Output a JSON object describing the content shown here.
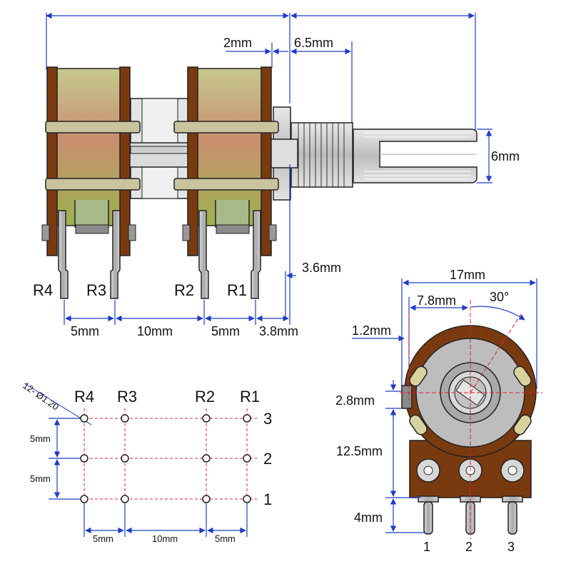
{
  "colors": {
    "dimension_line": "#1e3cc8",
    "red_center_line": "#e0203a",
    "wafer_brown": "#7a3a10",
    "body_gradient_top": "#c8c88a",
    "body_gradient_mid": "#c98c6c",
    "body_gradient_bottom": "#9cb050",
    "metal_gray": "#cfcfcf",
    "outline": "#222222"
  },
  "side_view": {
    "dims": {
      "gap_2mm": "2mm",
      "thread_6_5mm": "6.5mm",
      "shaft_dia_6mm": "6mm",
      "pin_offset_3_6mm": "3.6mm",
      "pitch_5mm_a": "5mm",
      "pitch_10mm": "10mm",
      "pitch_5mm_b": "5mm",
      "edge_3_8mm": "3.8mm"
    },
    "pin_labels": [
      "R4",
      "R3",
      "R2",
      "R1"
    ]
  },
  "footprint": {
    "hole_note": "12- Ø1.20",
    "column_labels": [
      "R4",
      "R3",
      "R2",
      "R1"
    ],
    "row_labels": [
      "3",
      "2",
      "1"
    ],
    "v_dims": [
      "5mm",
      "5mm"
    ],
    "h_dims": [
      "5mm",
      "10mm",
      "5mm"
    ]
  },
  "front_view": {
    "dims": {
      "width_17mm": "17mm",
      "offset_7_8mm": "7.8mm",
      "angle_30": "30°",
      "tab_1_2mm": "1.2mm",
      "tab_2_8mm": "2.8mm",
      "height_12_5mm": "12.5mm",
      "pin_4mm": "4mm"
    },
    "pin_numbers": [
      "1",
      "2",
      "3"
    ]
  }
}
